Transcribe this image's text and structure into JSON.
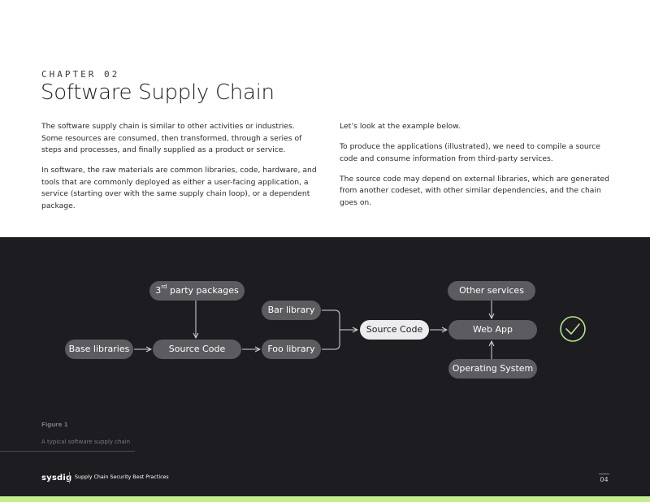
{
  "header": {
    "chapter": "CHAPTER 02",
    "title": "Software Supply Chain"
  },
  "body": {
    "left": [
      "The software supply chain is similar to other activities or industries. Some resources are consumed, then transformed, through a series of steps and processes, and finally supplied as a product or service.",
      "In software, the raw materials are common libraries, code, hardware, and tools that are commonly  deployed as either a user-facing application, a service (starting over with the same supply chain loop), or a dependent package."
    ],
    "right": [
      "Let’s look at the example below.",
      "To produce the applications (illustrated), we need to compile a source code and consume information from third-party services.",
      "The source code may depend on external libraries, which are generated from another codeset, with other similar dependencies, and the chain goes on."
    ]
  },
  "diagram": {
    "base_libraries": "Base libraries",
    "third_party_prefix": "3",
    "third_party_sup": "rd",
    "third_party_rest": " party packages",
    "source_code_1": "Source Code",
    "bar_library": "Bar library",
    "foo_library": "Foo library",
    "source_code_2": "Source Code",
    "web_app": "Web App",
    "other_services": "Other services",
    "operating_system": "Operating System",
    "colors": {
      "node": "#5b5b60",
      "node_highlight": "#ececee",
      "check": "#b5e889",
      "arrow": "#d6d6da"
    }
  },
  "figure": {
    "label": "Figure 1",
    "caption": "A typical software supply chain"
  },
  "footer": {
    "logo": "sysdig",
    "title": "Supply Chain Security Best Practices",
    "page": "04"
  },
  "colors": {
    "dark_bg": "#1d1c21",
    "accent_green": "#c3ee8d"
  }
}
